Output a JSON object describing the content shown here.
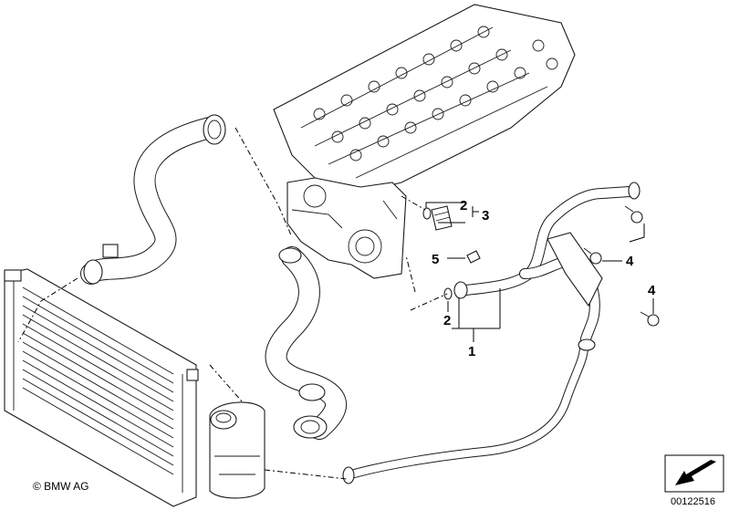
{
  "callouts": {
    "c1": "1",
    "c2_top": "2",
    "c3": "3",
    "c5": "5",
    "c2_bottom": "2",
    "c4_top": "4",
    "c4_bottom": "4"
  },
  "copyright": "© BMW AG",
  "image_number": "00122516"
}
